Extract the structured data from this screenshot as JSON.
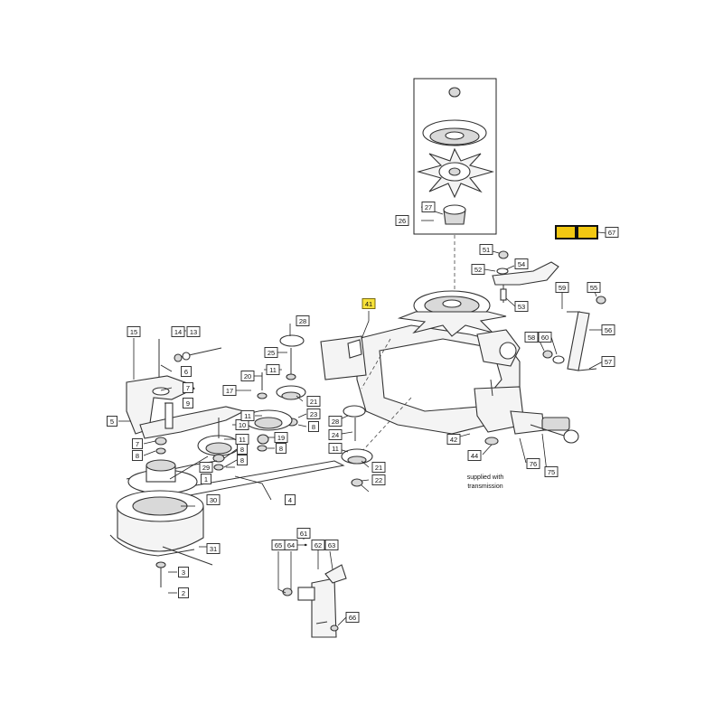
{
  "callouts": [
    {
      "id": "c1",
      "label": "1"
    },
    {
      "id": "c2",
      "label": "2"
    },
    {
      "id": "c3",
      "label": "3"
    },
    {
      "id": "c4",
      "label": "4"
    },
    {
      "id": "c5",
      "label": "5"
    },
    {
      "id": "c6",
      "label": "6"
    },
    {
      "id": "c7a",
      "label": "7"
    },
    {
      "id": "c7b",
      "label": "7"
    },
    {
      "id": "c8a",
      "label": "8"
    },
    {
      "id": "c8b",
      "label": "8"
    },
    {
      "id": "c8c",
      "label": "8"
    },
    {
      "id": "c8d",
      "label": "8"
    },
    {
      "id": "c8e",
      "label": "8"
    },
    {
      "id": "c9",
      "label": "9"
    },
    {
      "id": "c10",
      "label": "10"
    },
    {
      "id": "c11a",
      "label": "11"
    },
    {
      "id": "c11b",
      "label": "11"
    },
    {
      "id": "c11c",
      "label": "11"
    },
    {
      "id": "c11d",
      "label": "11"
    },
    {
      "id": "c13",
      "label": "13"
    },
    {
      "id": "c14",
      "label": "14"
    },
    {
      "id": "c15",
      "label": "15"
    },
    {
      "id": "c17",
      "label": "17"
    },
    {
      "id": "c19",
      "label": "19"
    },
    {
      "id": "c20",
      "label": "20"
    },
    {
      "id": "c21a",
      "label": "21"
    },
    {
      "id": "c21b",
      "label": "21"
    },
    {
      "id": "c22",
      "label": "22"
    },
    {
      "id": "c23",
      "label": "23"
    },
    {
      "id": "c24",
      "label": "24"
    },
    {
      "id": "c25",
      "label": "25"
    },
    {
      "id": "c26",
      "label": "26"
    },
    {
      "id": "c27",
      "label": "27"
    },
    {
      "id": "c28a",
      "label": "28"
    },
    {
      "id": "c28b",
      "label": "28"
    },
    {
      "id": "c29",
      "label": "29"
    },
    {
      "id": "c30",
      "label": "30"
    },
    {
      "id": "c31",
      "label": "31"
    },
    {
      "id": "c41",
      "label": "41",
      "highlight": true
    },
    {
      "id": "c42",
      "label": "42"
    },
    {
      "id": "c44",
      "label": "44"
    },
    {
      "id": "c51",
      "label": "51"
    },
    {
      "id": "c52",
      "label": "52"
    },
    {
      "id": "c53",
      "label": "53"
    },
    {
      "id": "c54",
      "label": "54"
    },
    {
      "id": "c55",
      "label": "55"
    },
    {
      "id": "c56",
      "label": "56"
    },
    {
      "id": "c57",
      "label": "57"
    },
    {
      "id": "c58",
      "label": "58"
    },
    {
      "id": "c59",
      "label": "59"
    },
    {
      "id": "c60",
      "label": "60"
    },
    {
      "id": "c61",
      "label": "61"
    },
    {
      "id": "c62",
      "label": "62"
    },
    {
      "id": "c63",
      "label": "63"
    },
    {
      "id": "c64",
      "label": "64"
    },
    {
      "id": "c65",
      "label": "65"
    },
    {
      "id": "c66",
      "label": "66"
    },
    {
      "id": "c67",
      "label": "67"
    },
    {
      "id": "c75",
      "label": "75"
    },
    {
      "id": "c76",
      "label": "76"
    }
  ],
  "notes": {
    "supplied_line1": "supplied with",
    "supplied_line2": "transmission"
  },
  "colors": {
    "highlight": "#f7e23a",
    "decal_bg": "#111111",
    "decal_fg": "#f2c811"
  }
}
